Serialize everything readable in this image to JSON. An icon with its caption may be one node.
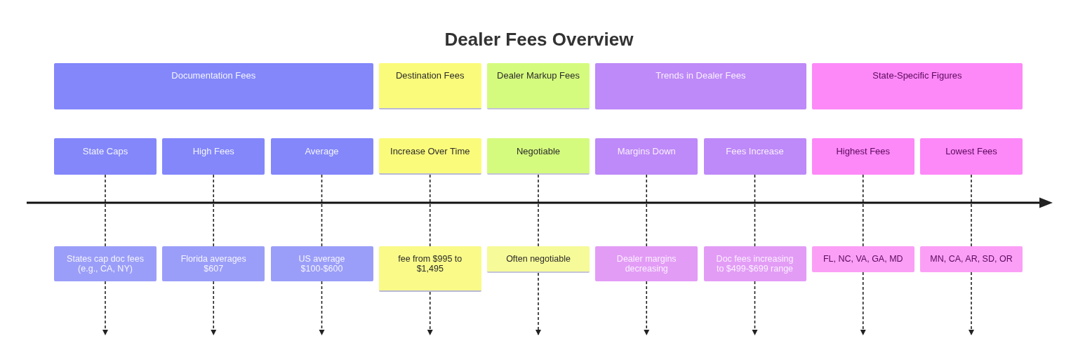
{
  "diagram": {
    "title": "Dealer Fees Overview",
    "nodes": [
      {
        "text": [
          "Documentation Fees"
        ]
      },
      {
        "text": [
          "Destination Fees"
        ]
      },
      {
        "text": [
          "Dealer Markup Fees"
        ]
      },
      {
        "text": [
          "Trends in Dealer Fees"
        ]
      },
      {
        "text": [
          "State-Specific Figures"
        ]
      },
      {
        "text": [
          "State Caps"
        ]
      },
      {
        "text": [
          "High Fees"
        ]
      },
      {
        "text": [
          "Average"
        ]
      },
      {
        "text": [
          "Increase Over Time"
        ]
      },
      {
        "text": [
          "Negotiable"
        ]
      },
      {
        "text": [
          "Margins Down"
        ]
      },
      {
        "text": [
          "Fees Increase"
        ]
      },
      {
        "text": [
          "Highest Fees"
        ]
      },
      {
        "text": [
          "Lowest Fees"
        ]
      },
      {
        "text": [
          "States cap doc fees (e.g., CA, NY)"
        ]
      },
      {
        "text": [
          "Florida averages $607"
        ]
      },
      {
        "text": [
          "US average $100-$600"
        ]
      },
      {
        "text": [
          "fee from $995 to $1,495"
        ]
      },
      {
        "text": [
          "Often negotiable"
        ]
      },
      {
        "text": [
          "Dealer margins decreasing"
        ]
      },
      {
        "text": [
          "Doc fees increasing to $499-$699 range"
        ]
      },
      {
        "text": [
          "FL, NC, VA, GA, MD"
        ]
      },
      {
        "text": [
          "MN, CA, AR, SD, OR"
        ]
      }
    ],
    "edges": [
      {
        "from": 5,
        "to": 14,
        "arrow": "none",
        "style": "dashed"
      },
      {
        "from": 14,
        "to": null,
        "arrow": "to",
        "style": "dashed"
      },
      {
        "from": 6,
        "to": 15,
        "arrow": "none",
        "style": "dashed"
      },
      {
        "from": 15,
        "to": null,
        "arrow": "to",
        "style": "dashed"
      },
      {
        "from": 7,
        "to": 16,
        "arrow": "none",
        "style": "dashed"
      },
      {
        "from": 16,
        "to": null,
        "arrow": "to",
        "style": "dashed"
      },
      {
        "from": 8,
        "to": 17,
        "arrow": "none",
        "style": "dashed"
      },
      {
        "from": 17,
        "to": null,
        "arrow": "to",
        "style": "dashed"
      },
      {
        "from": 9,
        "to": 18,
        "arrow": "none",
        "style": "dashed"
      },
      {
        "from": 18,
        "to": null,
        "arrow": "to",
        "style": "dashed"
      },
      {
        "from": 10,
        "to": 19,
        "arrow": "none",
        "style": "dashed"
      },
      {
        "from": 19,
        "to": null,
        "arrow": "to",
        "style": "dashed"
      },
      {
        "from": 11,
        "to": 20,
        "arrow": "none",
        "style": "dashed"
      },
      {
        "from": 20,
        "to": null,
        "arrow": "to",
        "style": "dashed"
      },
      {
        "from": 12,
        "to": 21,
        "arrow": "none",
        "style": "dashed"
      },
      {
        "from": 21,
        "to": null,
        "arrow": "to",
        "style": "dashed"
      },
      {
        "from": 13,
        "to": 22,
        "arrow": "none",
        "style": "dashed"
      },
      {
        "from": 22,
        "to": null,
        "arrow": "to",
        "style": "dashed"
      }
    ]
  }
}
